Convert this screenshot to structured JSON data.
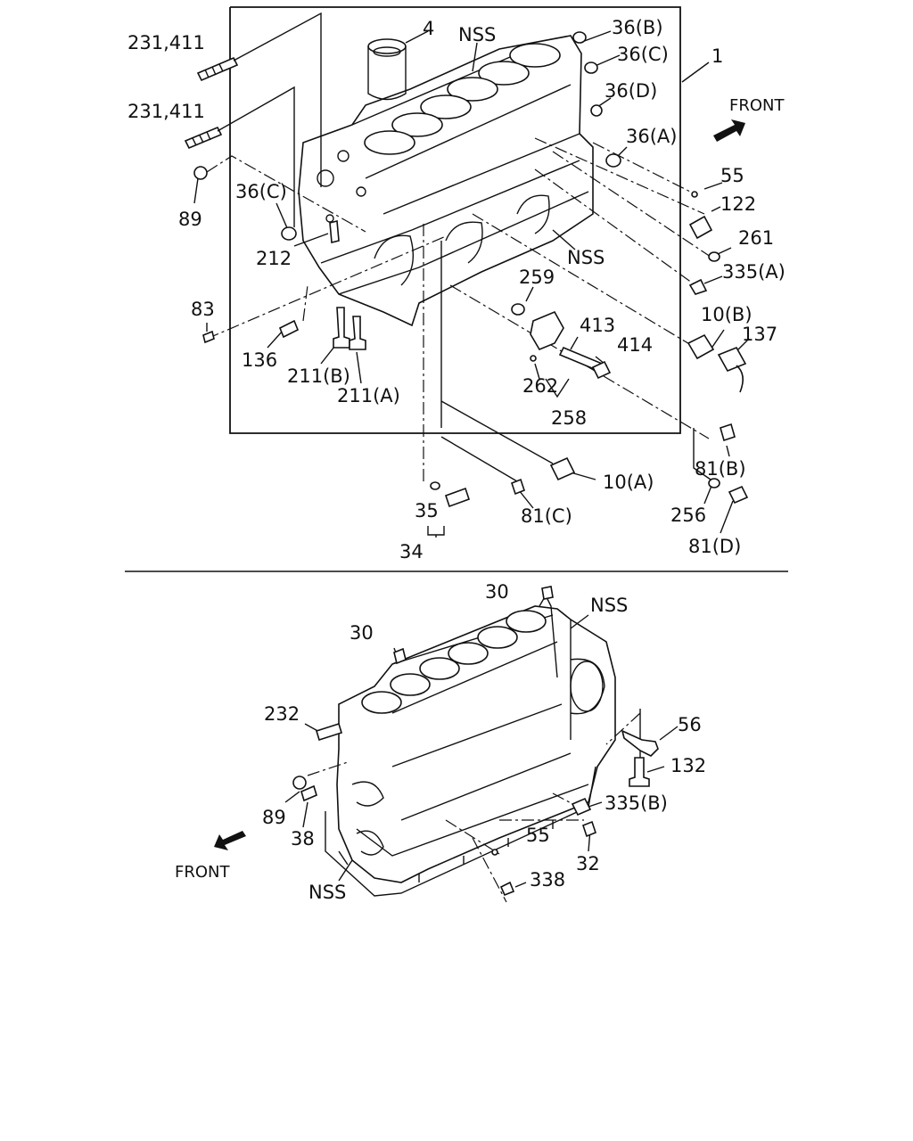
{
  "callouts": {
    "c231_411_a": "231,411",
    "c231_411_b": "231,411",
    "c4": "4",
    "nss_top": "NSS",
    "c36b": "36(B)",
    "c36c_right": "36(C)",
    "c1": "1",
    "c36d": "36(D)",
    "front_top": "FRONT",
    "c36a": "36(A)",
    "c89_top": "89",
    "c36c_left": "36(C)",
    "c55_top": "55",
    "c122": "122",
    "c212": "212",
    "c261": "261",
    "nss_mid": "NSS",
    "c335a": "335(A)",
    "c259": "259",
    "c83": "83",
    "c10b": "10(B)",
    "c137": "137",
    "c413": "413",
    "c414": "414",
    "c136": "136",
    "c211b": "211(B)",
    "c211a": "211(A)",
    "c262": "262",
    "c258": "258",
    "c81b": "81(B)",
    "c10a": "10(A)",
    "c35": "35",
    "c81c": "81(C)",
    "c256": "256",
    "c34": "34",
    "c81d": "81(D)",
    "c30_right": "30",
    "nss_bot_top": "NSS",
    "c30_left": "30",
    "c232": "232",
    "c56": "56",
    "c132": "132",
    "c335b": "335(B)",
    "c89_bot": "89",
    "c38": "38",
    "c55_bot": "55",
    "c32": "32",
    "front_bot": "FRONT",
    "c338": "338",
    "nss_bot": "NSS"
  },
  "icons": {
    "front_top_arrow": "arrow-northeast-icon",
    "front_bot_arrow": "arrow-southwest-icon"
  }
}
